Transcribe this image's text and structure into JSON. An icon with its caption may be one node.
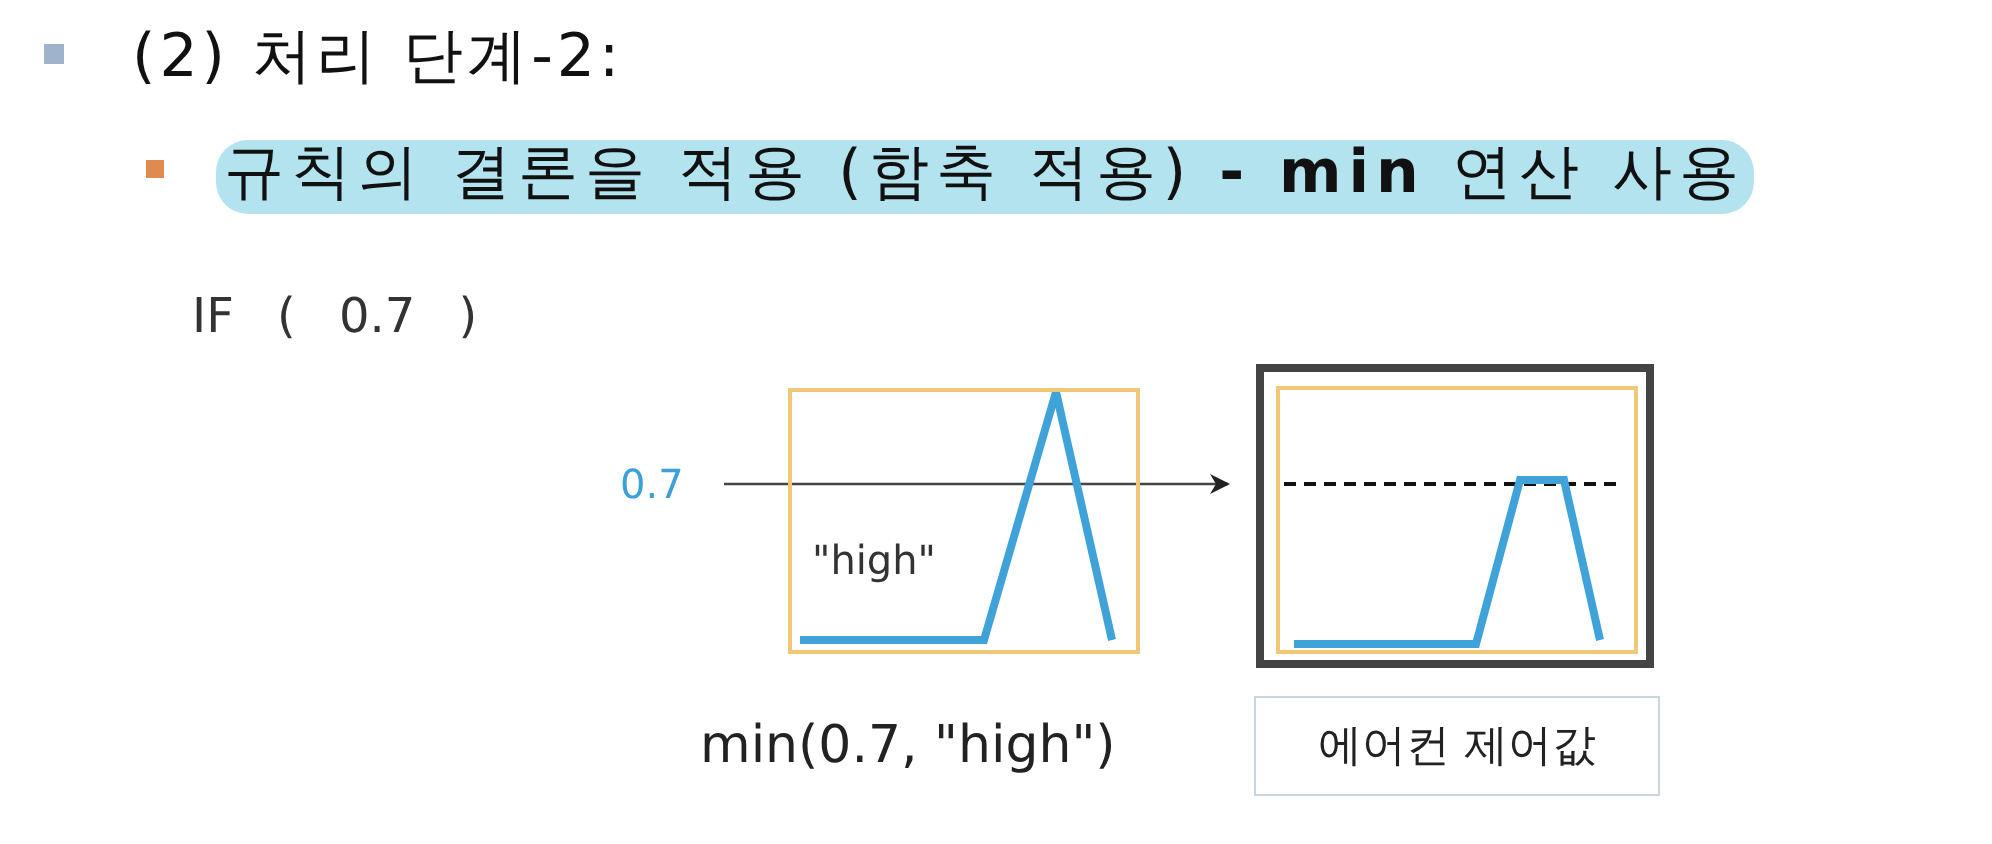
{
  "diagram": {
    "nodes": [
      {
        "text": [
          "0.7"
        ]
      },
      {
        "text": [
          "\"high\""
        ],
        "beside": [
          "min(0.7, \"high\")"
        ]
      },
      {
        "text": [],
        "shape": "box"
      },
      {
        "text": [
          "에어컨 제어값"
        ]
      }
    ],
    "edges": [
      {
        "from": 0,
        "to": 1,
        "arrow": "none"
      },
      {
        "from": 1,
        "to": 2,
        "arrow": "to"
      }
    ],
    "labels": [
      "(2) 처리 단계-2:",
      "규칙의 결론을 적용 (함축 적용) **- min** 연산 사용",
      "IF ( 0.7 )"
    ]
  }
}
